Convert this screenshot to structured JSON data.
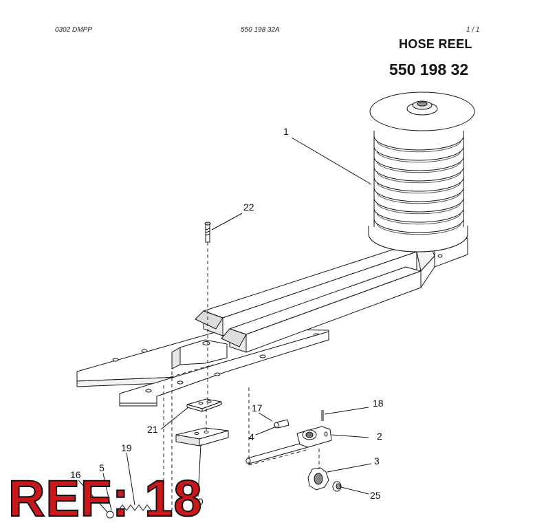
{
  "header": {
    "doc_code": "0302 DMPP",
    "part_rev": "550 198 32A",
    "page": "1 /   1",
    "title": "HOSE REEL",
    "part_number": "550 198 32"
  },
  "callouts": [
    {
      "id": "c1",
      "text": "1"
    },
    {
      "id": "c2",
      "text": "2"
    },
    {
      "id": "c3",
      "text": "3"
    },
    {
      "id": "c4",
      "text": "4"
    },
    {
      "id": "c5",
      "text": "5"
    },
    {
      "id": "c16",
      "text": "16"
    },
    {
      "id": "c17",
      "text": "17"
    },
    {
      "id": "c18",
      "text": "18"
    },
    {
      "id": "c19",
      "text": "19"
    },
    {
      "id": "c20",
      "text": "20"
    },
    {
      "id": "c21",
      "text": "21"
    },
    {
      "id": "c22",
      "text": "22"
    },
    {
      "id": "c25",
      "text": "25"
    }
  ],
  "stamp": {
    "text": "REF: 18",
    "color": "#c8181c"
  }
}
